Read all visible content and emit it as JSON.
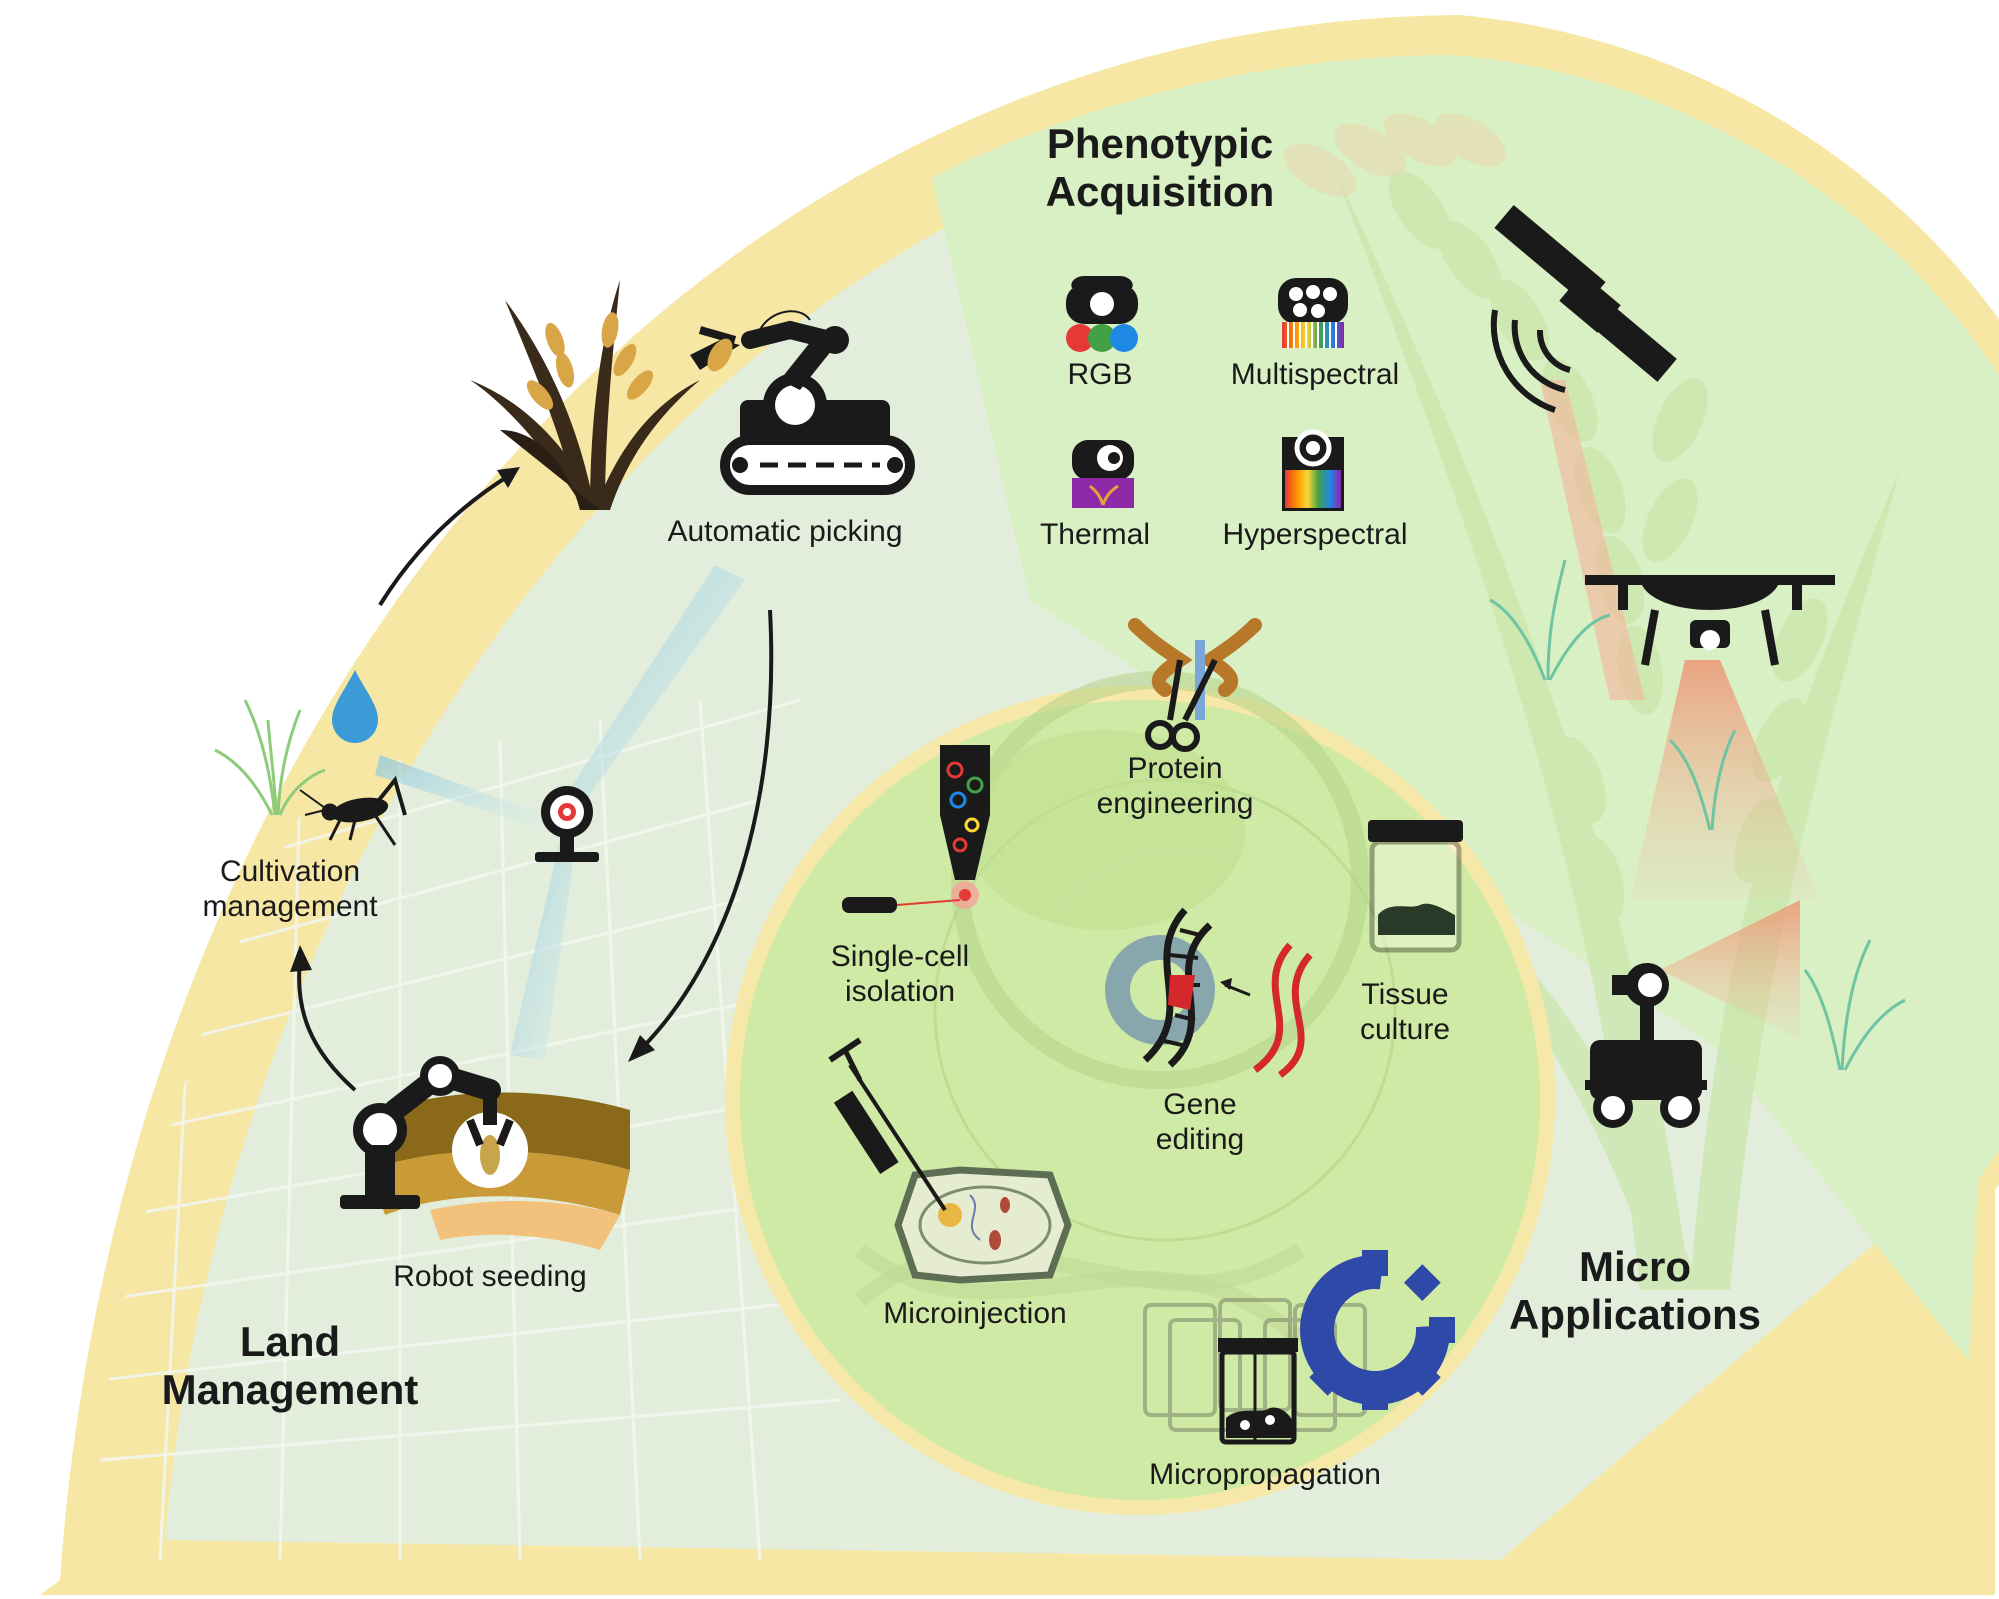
{
  "sections": {
    "land": {
      "line1": "Land",
      "line2": "Management"
    },
    "phenotypic": {
      "line1": "Phenotypic",
      "line2": "Acquisition"
    },
    "micro": {
      "line1": "Micro",
      "line2": "Applications"
    }
  },
  "land_items": {
    "automatic_picking": "Automatic picking",
    "cultivation_line1": "Cultivation",
    "cultivation_line2": "management",
    "robot_seeding": "Robot seeding"
  },
  "sensors": {
    "rgb": "RGB",
    "multispectral": "Multispectral",
    "thermal": "Thermal",
    "hyperspectral": "Hyperspectral"
  },
  "micro_items": {
    "protein_line1": "Protein",
    "protein_line2": "engineering",
    "singlecell_line1": "Single-cell",
    "singlecell_line2": "isolation",
    "tissue_line1": "Tissue",
    "tissue_line2": "culture",
    "gene_line1": "Gene",
    "gene_line2": "editing",
    "microinjection": "Microinjection",
    "micropropagation": "Micropropagation"
  },
  "colors": {
    "outer_band": "#f7e7a5",
    "land_bg": "#e2eedb",
    "phenotypic_bg": "#d9efc4",
    "micro_ring": "#f6e8a8",
    "micro_bg": "#cfeaa4",
    "gear_blue": "#2f49a8",
    "dna_red": "#d4282d",
    "beam_red": "#f2a58a",
    "beam_blue": "#b7dbe7"
  }
}
